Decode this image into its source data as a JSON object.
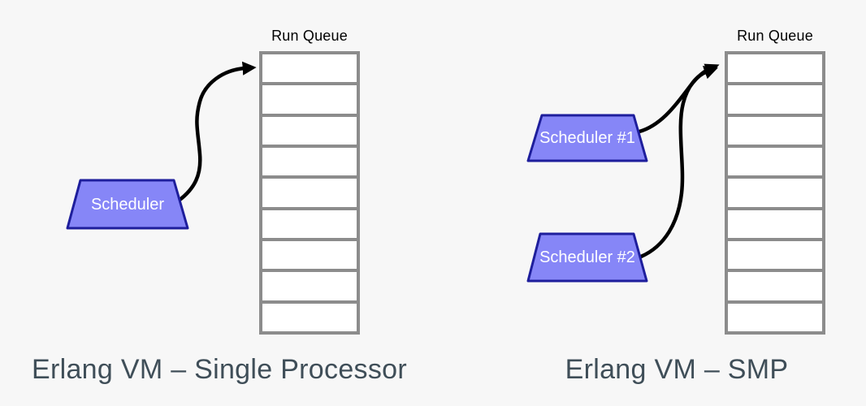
{
  "colors": {
    "background": "#f7f7f7",
    "queue_border": "#8c8c8c",
    "queue_cell": "#ffffff",
    "scheduler_fill": "#8686f7",
    "scheduler_border": "#1e1e9c",
    "scheduler_text": "#ffffff",
    "arrow": "#000000",
    "diagram_label": "#000000",
    "caption_text": "#3f4e58"
  },
  "left_panel": {
    "queue_label": "Run Queue",
    "queue_slots": 9,
    "schedulers": [
      {
        "label": "Scheduler"
      }
    ],
    "caption": "Erlang VM – Single Processor"
  },
  "right_panel": {
    "queue_label": "Run Queue",
    "queue_slots": 9,
    "schedulers": [
      {
        "label": "Scheduler #1"
      },
      {
        "label": "Scheduler #2"
      }
    ],
    "caption": "Erlang VM – SMP"
  }
}
